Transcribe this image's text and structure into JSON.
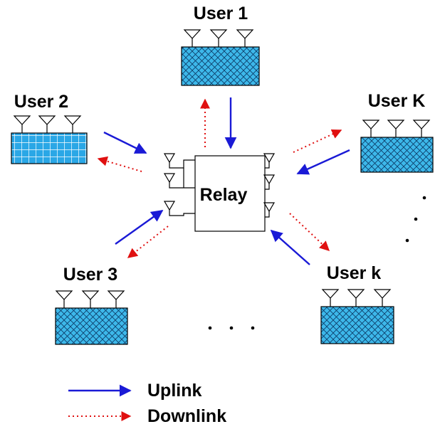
{
  "diagram": {
    "relay": {
      "label": "Relay"
    },
    "users": [
      {
        "id": "user-1",
        "label": "User 1"
      },
      {
        "id": "user-2",
        "label": "User 2"
      },
      {
        "id": "user-k-upper",
        "label": "User K"
      },
      {
        "id": "user-3",
        "label": "User 3"
      },
      {
        "id": "user-k-lower",
        "label": "User k"
      }
    ],
    "legend": {
      "uplink": "Uplink",
      "downlink": "Downlink"
    },
    "colors": {
      "uplink": "#1a1ad6",
      "downlink": "#e01010",
      "user_box": "#38b6e8",
      "user_box_alt": "#29a3e0"
    }
  }
}
